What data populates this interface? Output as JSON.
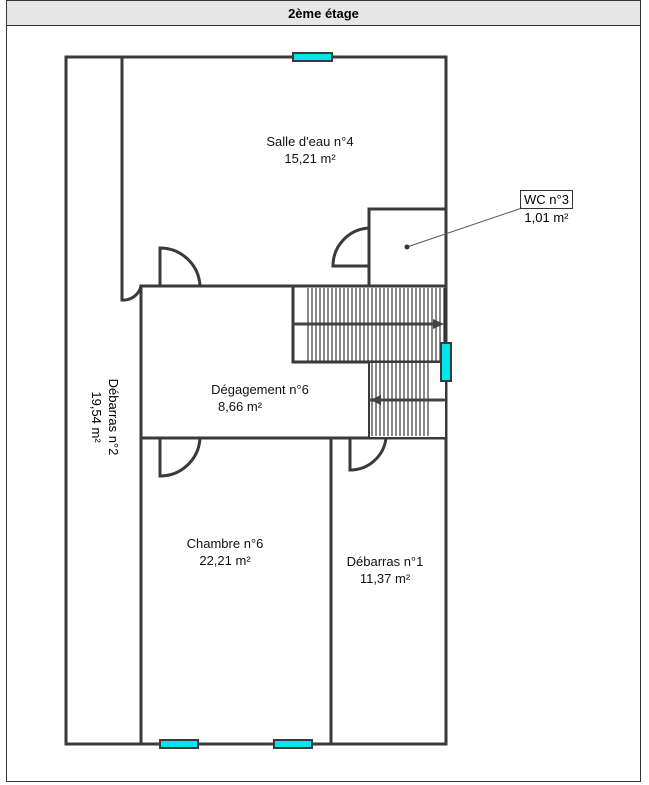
{
  "title": "2ème étage",
  "rooms": {
    "salle_eau": {
      "name": "Salle d'eau n°4",
      "area": "15,21  m²"
    },
    "wc": {
      "name": "WC n°3",
      "area": "1,01  m²"
    },
    "degagement": {
      "name": "Dégagement n°6",
      "area": "8,66  m²"
    },
    "debarras2": {
      "name": "Débarras  n°2",
      "area": "19,54  m²"
    },
    "chambre": {
      "name": "Chambre n°6",
      "area": "22,21  m²"
    },
    "debarras1": {
      "name": "Débarras  n°1",
      "area": "11,37  m²"
    }
  },
  "colors": {
    "wall": "#3a3a3a",
    "window": "#00e5ee",
    "header_bg": "#e6e6e6"
  }
}
